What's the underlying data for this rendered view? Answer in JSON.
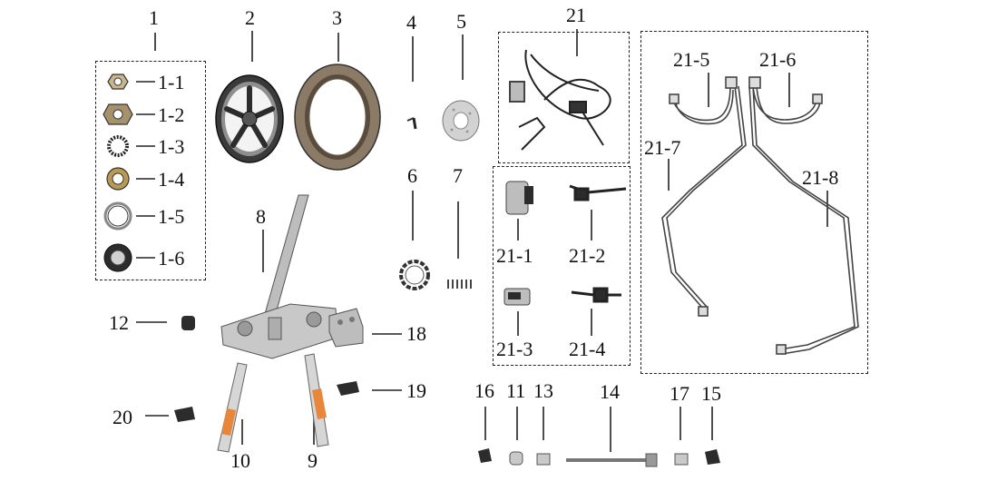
{
  "labels": {
    "n1": "1",
    "n1_1": "1-1",
    "n1_2": "1-2",
    "n1_3": "1-3",
    "n1_4": "1-4",
    "n1_5": "1-5",
    "n1_6": "1-6",
    "n2": "2",
    "n3": "3",
    "n4": "4",
    "n5": "5",
    "n6": "6",
    "n7": "7",
    "n8": "8",
    "n9": "9",
    "n10": "10",
    "n11": "11",
    "n12": "12",
    "n13": "13",
    "n14": "14",
    "n15": "15",
    "n16": "16",
    "n17": "17",
    "n18": "18",
    "n19": "19",
    "n20": "20",
    "n21": "21",
    "n21_1": "21-1",
    "n21_2": "21-2",
    "n21_3": "21-3",
    "n21_4": "21-4",
    "n21_5": "21-5",
    "n21_6": "21-6",
    "n21_7": "21-7",
    "n21_8": "21-8"
  },
  "colors": {
    "line": "#222222",
    "metal": "#b9b9b9",
    "dark": "#2c2c2c",
    "tire": "#8a7a66",
    "orange": "#e8863a",
    "gold": "#b89a55"
  }
}
